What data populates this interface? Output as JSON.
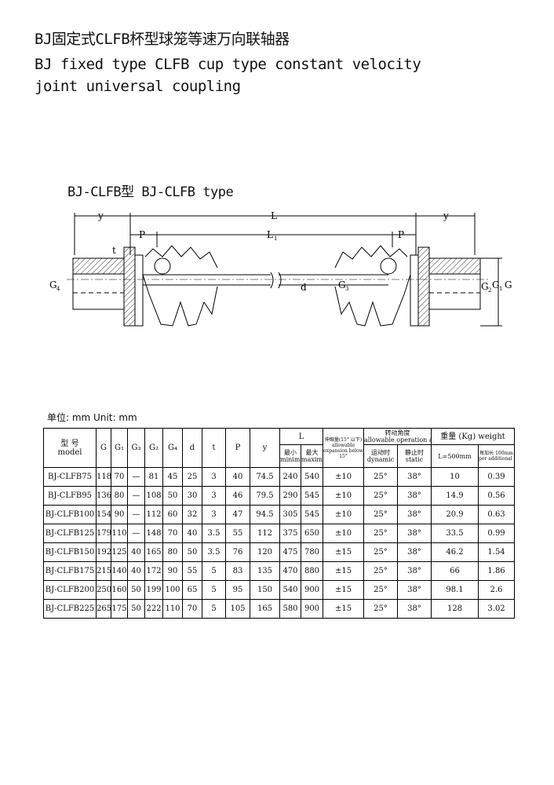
{
  "header": {
    "title_cn": "BJ固定式CLFB杯型球笼等速万向联轴器",
    "title_en_1": "BJ fixed type CLFB cup type constant velocity",
    "title_en_2": "joint universal coupling"
  },
  "drawing": {
    "subtitle": "BJ-CLFB型 BJ-CLFB type",
    "labels": {
      "y": "y",
      "L": "L",
      "L1": "L",
      "L1_sub": "1",
      "P": "P",
      "t": "t",
      "G4": "G",
      "G4_sub": "4",
      "d": "d",
      "G3": "G",
      "G3_sub": "3",
      "G2": "G",
      "G2_sub": "2",
      "G1": "G",
      "G1_sub": "1",
      "G": "G"
    }
  },
  "unit_label": "单位: mm Unit: mm",
  "table": {
    "h_model_cn": "型 号",
    "h_model_en": "model",
    "h_G": "G",
    "h_G1": "G₁",
    "h_G3": "G₃",
    "h_G2": "G₂",
    "h_G4": "G₄",
    "h_d": "d",
    "h_t": "t",
    "h_P": "P",
    "h_y": "y",
    "h_L": "L",
    "h_min_cn": "最小",
    "h_min_en": "minimum",
    "h_max_cn": "最大",
    "h_max_en": "maximum",
    "h_exp_cn": "伸缩量(15° 以下)",
    "h_exp_en": "allowable expansion below 15°",
    "h_angle_cn": "转动角度",
    "h_angle_en": "allowable operation angle",
    "h_dyn_cn": "运动时",
    "h_dyn_en": "dynamic",
    "h_sta_cn": "静止时",
    "h_sta_en": "static",
    "h_weight": "重量 (Kg) weight",
    "h_w500": "L=500mm",
    "h_wadd_cn": "每加长 100mm",
    "h_wadd_en": "per additional 100mm",
    "rows": [
      [
        "BJ-CLFB75",
        "118",
        "70",
        "—",
        "81",
        "45",
        "25",
        "3",
        "40",
        "74.5",
        "240",
        "540",
        "±10",
        "25°",
        "38°",
        "10",
        "0.39"
      ],
      [
        "BJ-CLFB95",
        "136",
        "80",
        "—",
        "108",
        "50",
        "30",
        "3",
        "46",
        "79.5",
        "290",
        "545",
        "±10",
        "25°",
        "38°",
        "14.9",
        "0.56"
      ],
      [
        "BJ-CLFB100",
        "154",
        "90",
        "—",
        "112",
        "60",
        "32",
        "3",
        "47",
        "94.5",
        "305",
        "545",
        "±10",
        "25°",
        "38°",
        "20.9",
        "0.63"
      ],
      [
        "BJ-CLFB125",
        "179",
        "110",
        "—",
        "148",
        "70",
        "40",
        "3.5",
        "55",
        "112",
        "375",
        "650",
        "±10",
        "25°",
        "38°",
        "33.5",
        "0.99"
      ],
      [
        "BJ-CLFB150",
        "192",
        "125",
        "40",
        "165",
        "80",
        "50",
        "3.5",
        "76",
        "120",
        "475",
        "780",
        "±15",
        "25°",
        "38°",
        "46.2",
        "1.54"
      ],
      [
        "BJ-CLFB175",
        "215",
        "140",
        "40",
        "172",
        "90",
        "55",
        "5",
        "83",
        "135",
        "470",
        "880",
        "±15",
        "25°",
        "38°",
        "66",
        "1.86"
      ],
      [
        "BJ-CLFB200",
        "250",
        "160",
        "50",
        "199",
        "100",
        "65",
        "5",
        "95",
        "150",
        "540",
        "900",
        "±15",
        "25°",
        "38°",
        "98.1",
        "2.6"
      ],
      [
        "BJ-CLFB225",
        "265",
        "175",
        "50",
        "222",
        "110",
        "70",
        "5",
        "105",
        "165",
        "580",
        "900",
        "±15",
        "25°",
        "38°",
        "128",
        "3.02"
      ]
    ]
  }
}
